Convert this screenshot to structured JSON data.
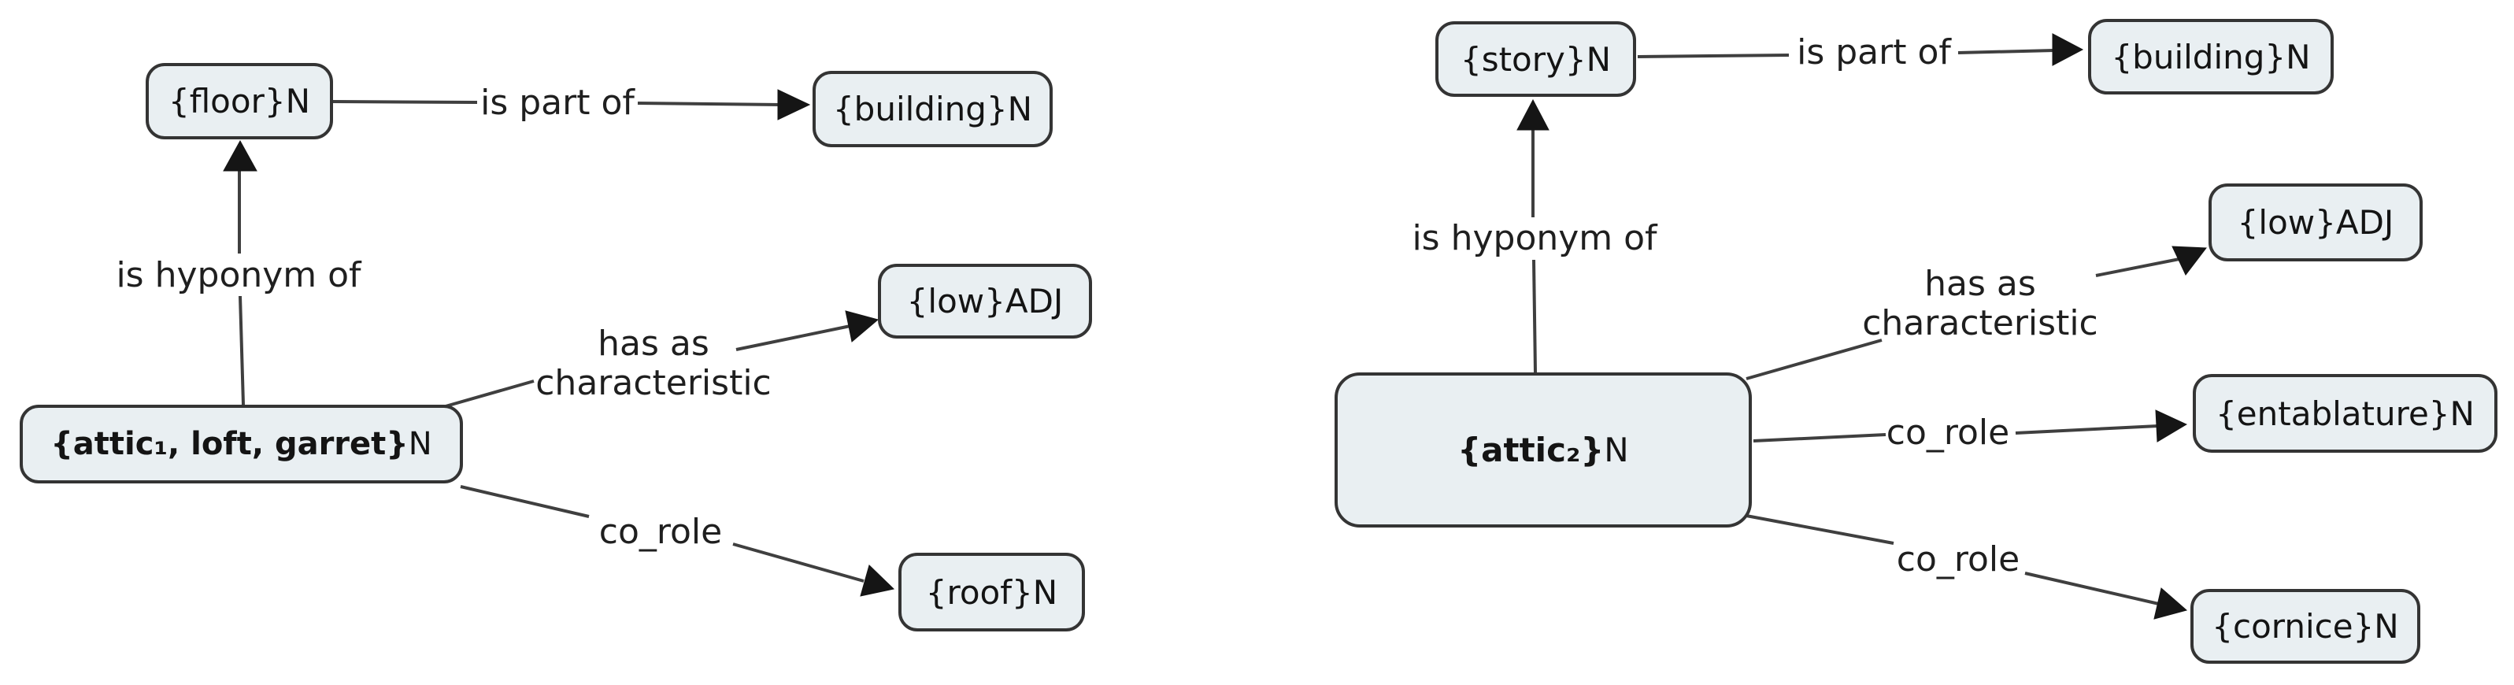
{
  "colors": {
    "node_fill": "#e9eff2",
    "node_border": "#343434",
    "edge_line": "#3f3f3f",
    "arrow_fill": "#151515",
    "text": "#1f1f1f",
    "background": "#ffffff"
  },
  "left": {
    "nodes": {
      "floor": {
        "main": "{floor}",
        "suffix": "N"
      },
      "building": {
        "main": "{building}",
        "suffix": "N"
      },
      "low": {
        "main": "{low}",
        "suffix": "ADJ"
      },
      "attic1": {
        "main": "{attic₁, loft, garret}",
        "suffix": "N"
      },
      "roof": {
        "main": "{roof}",
        "suffix": "N"
      }
    },
    "edge_labels": {
      "is_part_of": "is part of",
      "is_hyponym_of": "is hyponym of",
      "has_as_line1": "has as",
      "has_as_line2": "characteristic",
      "co_role": "co_role"
    },
    "relations": [
      {
        "from": "{floor}N",
        "to": "{building}N",
        "label": "is part of"
      },
      {
        "from": "{attic₁, loft, garret}N",
        "to": "{floor}N",
        "label": "is hyponym of"
      },
      {
        "from": "{attic₁, loft, garret}N",
        "to": "{low}ADJ",
        "label": "has as characteristic"
      },
      {
        "from": "{attic₁, loft, garret}N",
        "to": "{roof}N",
        "label": "co_role"
      }
    ]
  },
  "right": {
    "nodes": {
      "story": {
        "main": "{story}",
        "suffix": "N"
      },
      "building": {
        "main": "{building}",
        "suffix": "N"
      },
      "low": {
        "main": "{low}",
        "suffix": "ADJ"
      },
      "attic2": {
        "main": "{attic₂}",
        "suffix": "N"
      },
      "entablature": {
        "main": "{entablature}",
        "suffix": "N"
      },
      "cornice": {
        "main": "{cornice}",
        "suffix": "N"
      }
    },
    "edge_labels": {
      "is_part_of": "is part of",
      "is_hyponym_of": "is hyponym of",
      "has_as_line1": "has as",
      "has_as_line2": "characteristic",
      "co_role_entablature": "co_role",
      "co_role_cornice": "co_role"
    },
    "relations": [
      {
        "from": "{story}N",
        "to": "{building}N",
        "label": "is part of"
      },
      {
        "from": "{attic₂}N",
        "to": "{story}N",
        "label": "is hyponym of"
      },
      {
        "from": "{attic₂}N",
        "to": "{low}ADJ",
        "label": "has as characteristic"
      },
      {
        "from": "{attic₂}N",
        "to": "{entablature}N",
        "label": "co_role"
      },
      {
        "from": "{attic₂}N",
        "to": "{cornice}N",
        "label": "co_role"
      }
    ]
  }
}
